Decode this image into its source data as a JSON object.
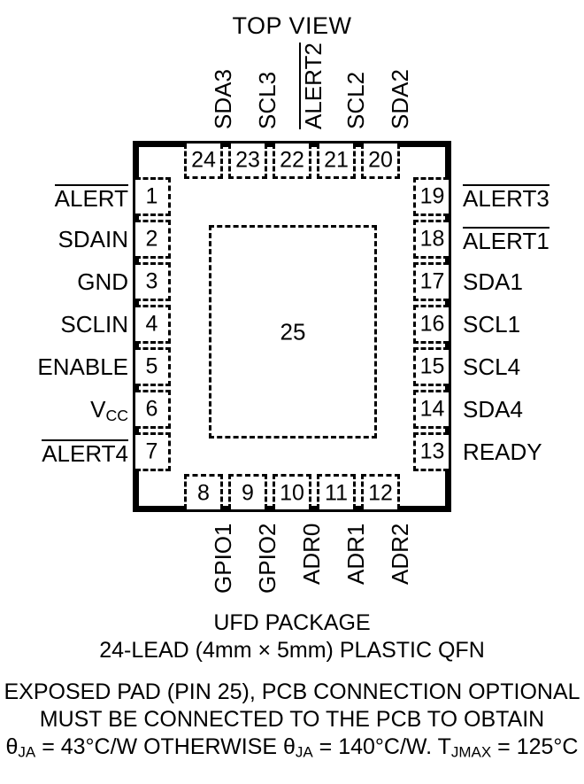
{
  "diagram": {
    "title": "TOP VIEW",
    "exposed_pad_number": "25",
    "package_name": "UFD PACKAGE",
    "package_desc": "24-LEAD (4mm × 5mm) PLASTIC QFN",
    "notes": [
      "EXPOSED PAD (PIN 25), PCB CONNECTION OPTIONAL",
      "MUST BE CONNECTED TO THE PCB TO OBTAIN"
    ],
    "thermal_note": {
      "theta": "θ",
      "theta_sub": "JA",
      "value1": " = 43°C/W OTHERWISE ",
      "theta2": "θ",
      "theta2_sub": "JA",
      "value2": " = 140°C/W. ",
      "tj": "T",
      "tj_sub": "JMAX",
      "value3": " = 125°C"
    },
    "line_color": "#000000",
    "background_color": "#ffffff"
  },
  "pins": {
    "left": [
      {
        "num": "1",
        "name": "ALERT",
        "overline": true,
        "sub": ""
      },
      {
        "num": "2",
        "name": "SDAIN",
        "overline": false,
        "sub": ""
      },
      {
        "num": "3",
        "name": "GND",
        "overline": false,
        "sub": ""
      },
      {
        "num": "4",
        "name": "SCLIN",
        "overline": false,
        "sub": ""
      },
      {
        "num": "5",
        "name": "ENABLE",
        "overline": false,
        "sub": ""
      },
      {
        "num": "6",
        "name": "V",
        "overline": false,
        "sub": "CC"
      },
      {
        "num": "7",
        "name": "ALERT4",
        "overline": true,
        "sub": ""
      }
    ],
    "right": [
      {
        "num": "19",
        "name": "ALERT3",
        "overline": true,
        "sub": ""
      },
      {
        "num": "18",
        "name": "ALERT1",
        "overline": true,
        "sub": ""
      },
      {
        "num": "17",
        "name": "SDA1",
        "overline": false,
        "sub": ""
      },
      {
        "num": "16",
        "name": "SCL1",
        "overline": false,
        "sub": ""
      },
      {
        "num": "15",
        "name": "SCL4",
        "overline": false,
        "sub": ""
      },
      {
        "num": "14",
        "name": "SDA4",
        "overline": false,
        "sub": ""
      },
      {
        "num": "13",
        "name": "READY",
        "overline": false,
        "sub": ""
      }
    ],
    "top": [
      {
        "num": "24",
        "name": "SDA3",
        "overline": false
      },
      {
        "num": "23",
        "name": "SCL3",
        "overline": false
      },
      {
        "num": "22",
        "name": "ALERT2",
        "overline": true
      },
      {
        "num": "21",
        "name": "SCL2",
        "overline": false
      },
      {
        "num": "20",
        "name": "SDA2",
        "overline": false
      }
    ],
    "bottom": [
      {
        "num": "8",
        "name": "GPIO1",
        "overline": false
      },
      {
        "num": "9",
        "name": "GPIO2",
        "overline": false
      },
      {
        "num": "10",
        "name": "ADR0",
        "overline": false
      },
      {
        "num": "11",
        "name": "ADR1",
        "overline": false
      },
      {
        "num": "12",
        "name": "ADR2",
        "overline": false
      }
    ]
  }
}
